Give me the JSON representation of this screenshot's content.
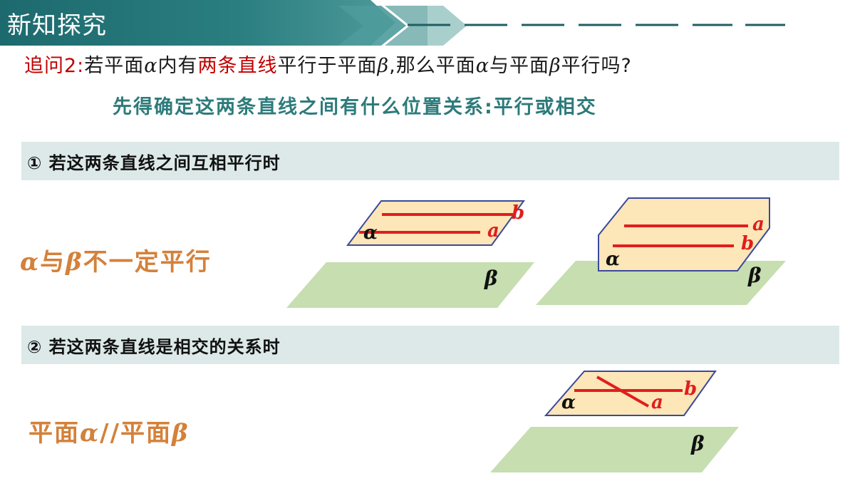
{
  "header": {
    "title": "新知探究"
  },
  "question": {
    "prefix": "追问2:",
    "part1": "若平面",
    "alpha": "α",
    "part2": "内有",
    "highlight": "两条直线",
    "part3": "平行于平面",
    "beta": "β",
    "part4": ",那么平面",
    "part5": "与平面",
    "part6": "平行吗?"
  },
  "subheading": "先得确定这两条直线之间有什么位置关系:平行或相交",
  "case1": {
    "label": "① 若这两条直线之间互相平行时",
    "conclusion_alpha": "α",
    "conclusion_mid": "与",
    "conclusion_beta": "β",
    "conclusion_rest": "不一定平行"
  },
  "case2": {
    "label": "② 若这两条直线是相交的关系时",
    "conclusion_pre": "平面",
    "conclusion_alpha": "α",
    "conclusion_mid": "//平面",
    "conclusion_beta": "β"
  },
  "diagram_labels": {
    "alpha": "α",
    "beta": "β",
    "line_a": "a",
    "line_b": "b"
  },
  "colors": {
    "header_dark": "#1f6e72",
    "header_light": "#7fb3b3",
    "plane_alpha_fill": "#fde6b8",
    "plane_alpha_stroke": "#3a4a9a",
    "plane_beta_fill": "#c6deb0",
    "line_red": "#e01e1e",
    "band": "#dce9e8",
    "conclusion": "#d4813a",
    "question_red": "#c00000",
    "subheading": "#2e7b7b"
  }
}
